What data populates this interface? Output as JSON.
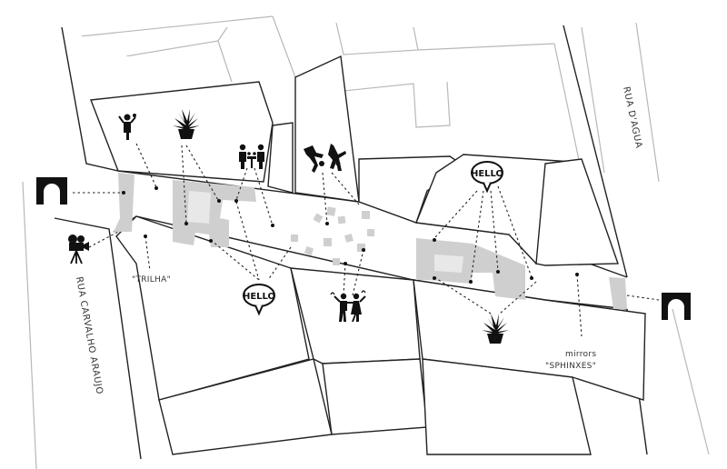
{
  "map": {
    "streets": {
      "rua_carvalho_araujo": "RUA CARVALHO ARAUJO",
      "rua_dagua": "RUA D'AGUA"
    },
    "labels": {
      "trilha": "\"TRILHA\"",
      "mirrors": "mirrors",
      "sphinxes": "\"SPHINXES\""
    },
    "bubbles": {
      "hello_top": "HELLO",
      "hello_bottom": "HELLO"
    },
    "icons": [
      "arch-gate-icon",
      "movie-camera-icon",
      "person-waving-icon",
      "potted-palm-icon",
      "two-people-table-icon",
      "acrobats-icon",
      "dancing-couple-icon",
      "speech-bubble-icon"
    ]
  }
}
